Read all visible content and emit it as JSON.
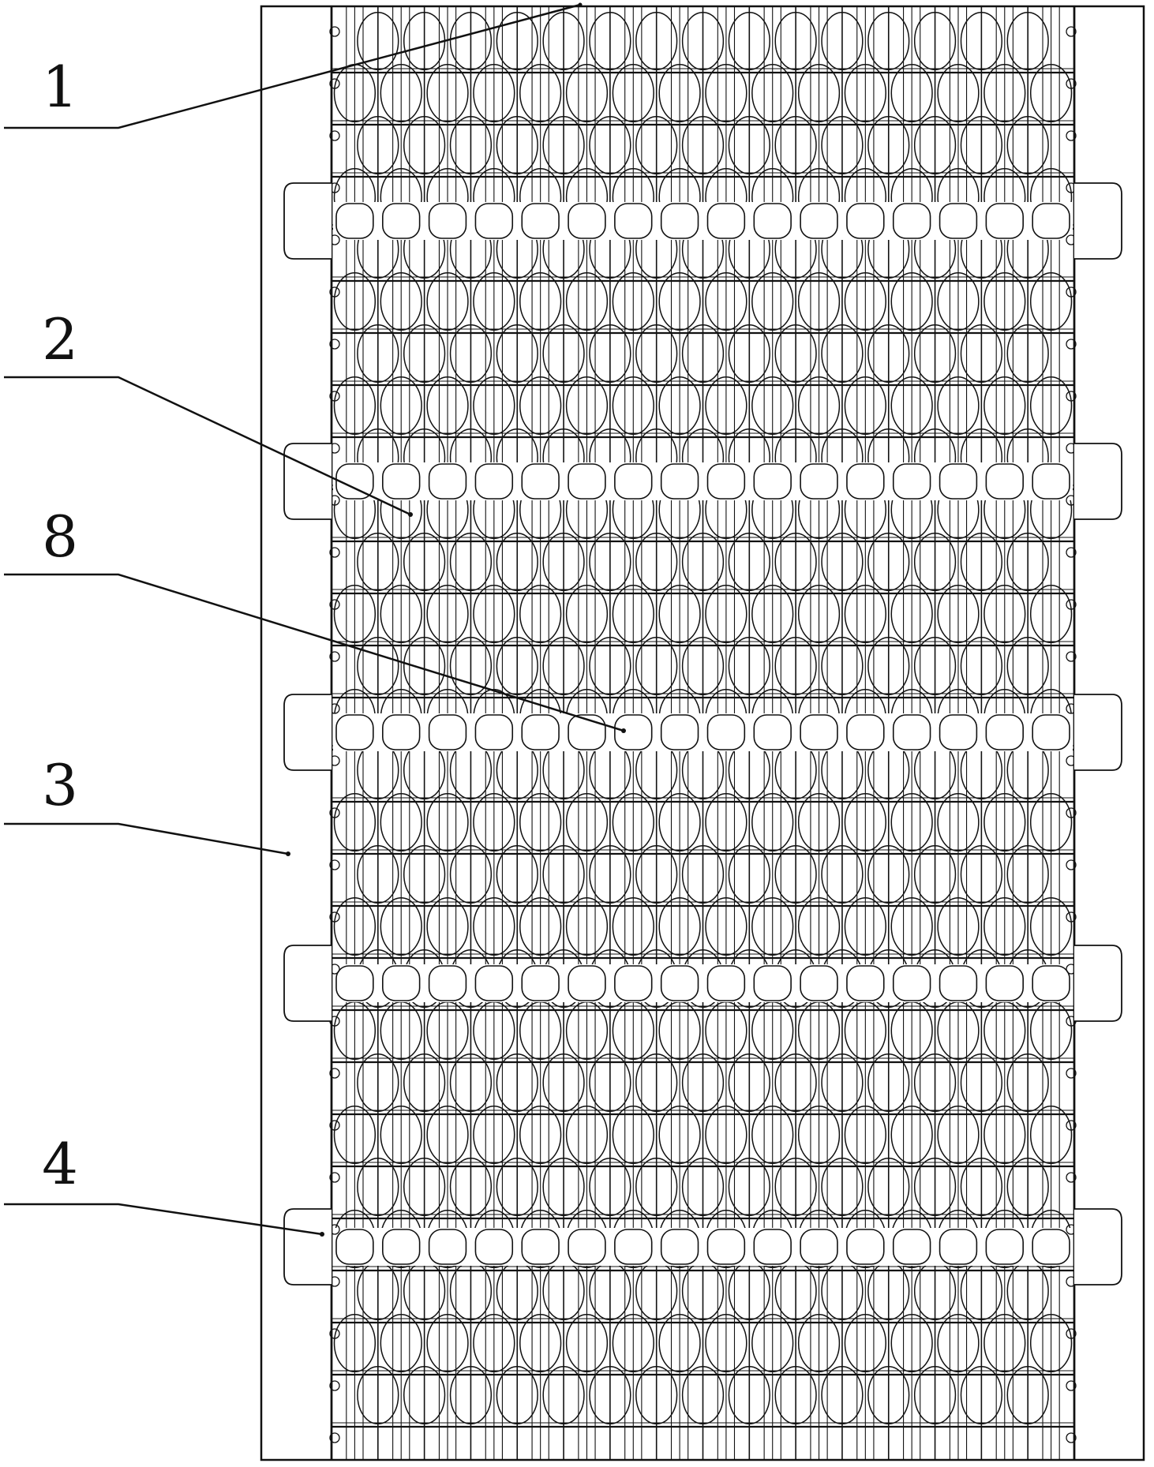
{
  "colors": {
    "line": "#111111",
    "background": "#ffffff"
  },
  "callouts": [
    {
      "id": "1",
      "label": "1"
    },
    {
      "id": "2",
      "label": "2"
    },
    {
      "id": "8",
      "label": "8"
    },
    {
      "id": "3",
      "label": "3"
    },
    {
      "id": "4",
      "label": "4"
    }
  ]
}
